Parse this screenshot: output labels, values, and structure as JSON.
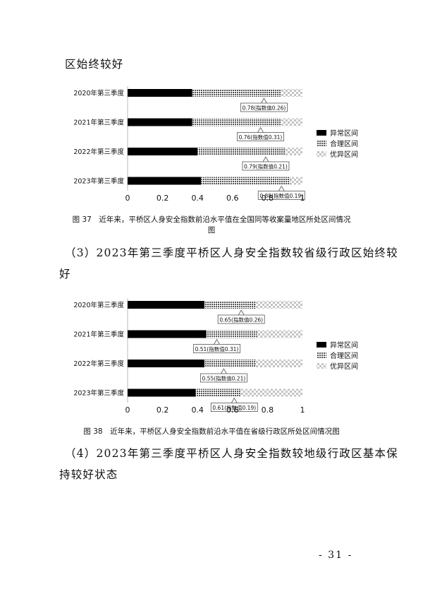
{
  "doc": {
    "intro_line": "区始终较好",
    "heading_3_line1": "（3）2023年第三季度平桥区人身安全指数较省级行政区始终较",
    "heading_3_line2": "好",
    "heading_4_line1": "（4）2023年第三季度平桥区人身安全指数较地级行政区基本保",
    "heading_4_line2": "持较好状态",
    "page_number": "- 31 -"
  },
  "chart_data": [
    {
      "type": "bar",
      "stacked": true,
      "orientation": "horizontal",
      "caption_line1": "图 37　近年来，平桥区人身安全指数前沿水平值在全国同等收案量地区所处区间情况",
      "caption_line2": "图",
      "categories": [
        "2020年第三季度",
        "2021年第三季度",
        "2022年第三季度",
        "2023年第三季度"
      ],
      "series": [
        {
          "name": "异常区间",
          "values": [
            0.37,
            0.37,
            0.4,
            0.42
          ]
        },
        {
          "name": "合理区间",
          "values": [
            0.51,
            0.51,
            0.5,
            0.51
          ]
        },
        {
          "name": "优异区间",
          "values": [
            0.12,
            0.12,
            0.1,
            0.07
          ]
        }
      ],
      "annotations": [
        {
          "category": "2020年第三季度",
          "value": 0.78,
          "text": "0.78(指数值0.26)"
        },
        {
          "category": "2021年第三季度",
          "value": 0.76,
          "text": "0.76(指数值0.31)"
        },
        {
          "category": "2022年第三季度",
          "value": 0.79,
          "text": "0.79(指数值0.21)"
        },
        {
          "category": "2023年第三季度",
          "value": 0.88,
          "text": "0.88(指数值0.19)"
        }
      ],
      "xlim": [
        0,
        1
      ],
      "xticks": [
        "0",
        "0.2",
        "0.4",
        "0.6",
        "0.8",
        "1"
      ],
      "legend_position": "right"
    },
    {
      "type": "bar",
      "stacked": true,
      "orientation": "horizontal",
      "caption_line1": "图 38　近年来，平桥区人身安全指数前沿水平值在省级行政区所处区间情况图",
      "caption_line2": "",
      "categories": [
        "2020年第三季度",
        "2021年第三季度",
        "2022年第三季度",
        "2023年第三季度"
      ],
      "series": [
        {
          "name": "异常区间",
          "values": [
            0.44,
            0.45,
            0.44,
            0.39
          ]
        },
        {
          "name": "合理区间",
          "values": [
            0.29,
            0.29,
            0.29,
            0.26
          ]
        },
        {
          "name": "优异区间",
          "values": [
            0.27,
            0.26,
            0.27,
            0.35
          ]
        }
      ],
      "annotations": [
        {
          "category": "2020年第三季度",
          "value": 0.65,
          "text": "0.65(指数值0.26)"
        },
        {
          "category": "2021年第三季度",
          "value": 0.51,
          "text": "0.51(指数值0.31)"
        },
        {
          "category": "2022年第三季度",
          "value": 0.55,
          "text": "0.55(指数值0.21)"
        },
        {
          "category": "2023年第三季度",
          "value": 0.61,
          "text": "0.61(指数值0.19)"
        }
      ],
      "xlim": [
        0,
        1
      ],
      "xticks": [
        "0",
        "0.2",
        "0.4",
        "0.6",
        "0.8",
        "1"
      ],
      "legend_position": "right"
    }
  ]
}
